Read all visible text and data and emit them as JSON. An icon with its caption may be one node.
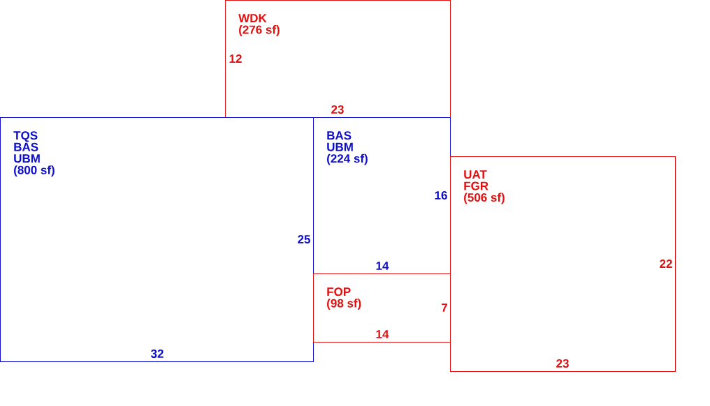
{
  "diagram": {
    "nodes": [
      {
        "text": [
          "WDK",
          "(276 sf)",
          "12",
          "23"
        ]
      },
      {
        "text": [
          "TQS",
          "BAS",
          "UBM",
          "(800 sf)",
          "25",
          "32"
        ]
      },
      {
        "text": [
          "BAS",
          "UBM",
          "(224 sf)",
          "16",
          "14"
        ]
      },
      {
        "text": [
          "UAT",
          "FGR",
          "(506 sf)",
          "22",
          "23"
        ]
      },
      {
        "text": [
          "FOP",
          "(98 sf)",
          "7",
          "14"
        ]
      }
    ]
  }
}
